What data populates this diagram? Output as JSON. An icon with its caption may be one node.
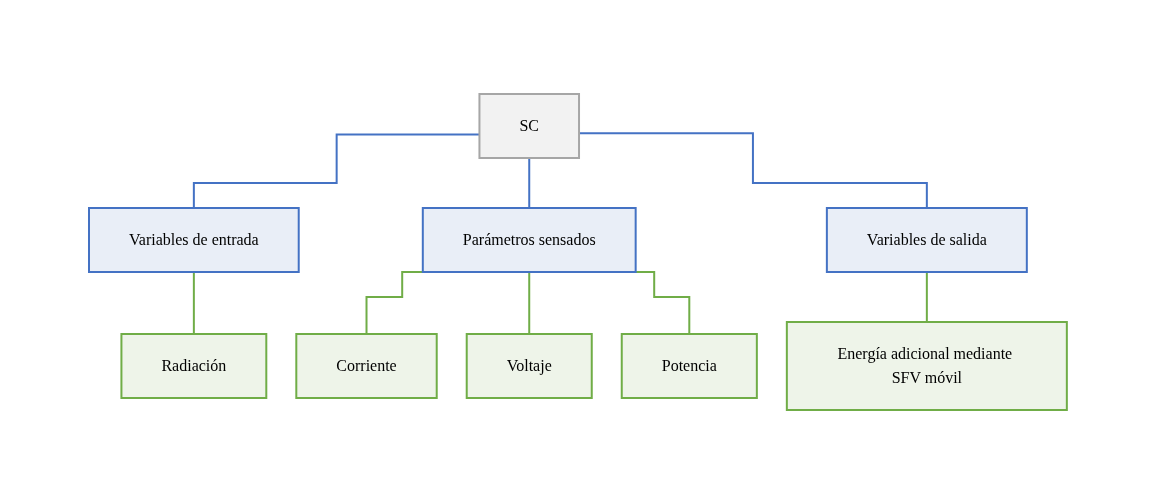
{
  "diagram": {
    "nodes": [
      {
        "text": [
          "SC"
        ]
      },
      {
        "text": [
          "Variables de entrada"
        ]
      },
      {
        "text": [
          "Parámetros sensados"
        ]
      },
      {
        "text": [
          "Variables de salida"
        ]
      },
      {
        "text": [
          "Radiación"
        ]
      },
      {
        "text": [
          "Corriente"
        ]
      },
      {
        "text": [
          "Voltaje"
        ]
      },
      {
        "text": [
          "Potencia"
        ]
      },
      {
        "text": [
          "Energía adicional mediante SFV móvil"
        ]
      }
    ],
    "edges": [
      {
        "from": 0,
        "to": 1,
        "arrow": "none",
        "color": "#4472c4"
      },
      {
        "from": 0,
        "to": 2,
        "arrow": "none",
        "color": "#4472c4"
      },
      {
        "from": 0,
        "to": 3,
        "arrow": "none",
        "color": "#4472c4"
      },
      {
        "from": 1,
        "to": 4,
        "arrow": "none"
      },
      {
        "from": 2,
        "to": 5,
        "arrow": "none"
      },
      {
        "from": 2,
        "to": 6,
        "arrow": "none"
      },
      {
        "from": 2,
        "to": 7,
        "arrow": "none"
      },
      {
        "from": 3,
        "to": 8,
        "arrow": "none"
      }
    ]
  }
}
